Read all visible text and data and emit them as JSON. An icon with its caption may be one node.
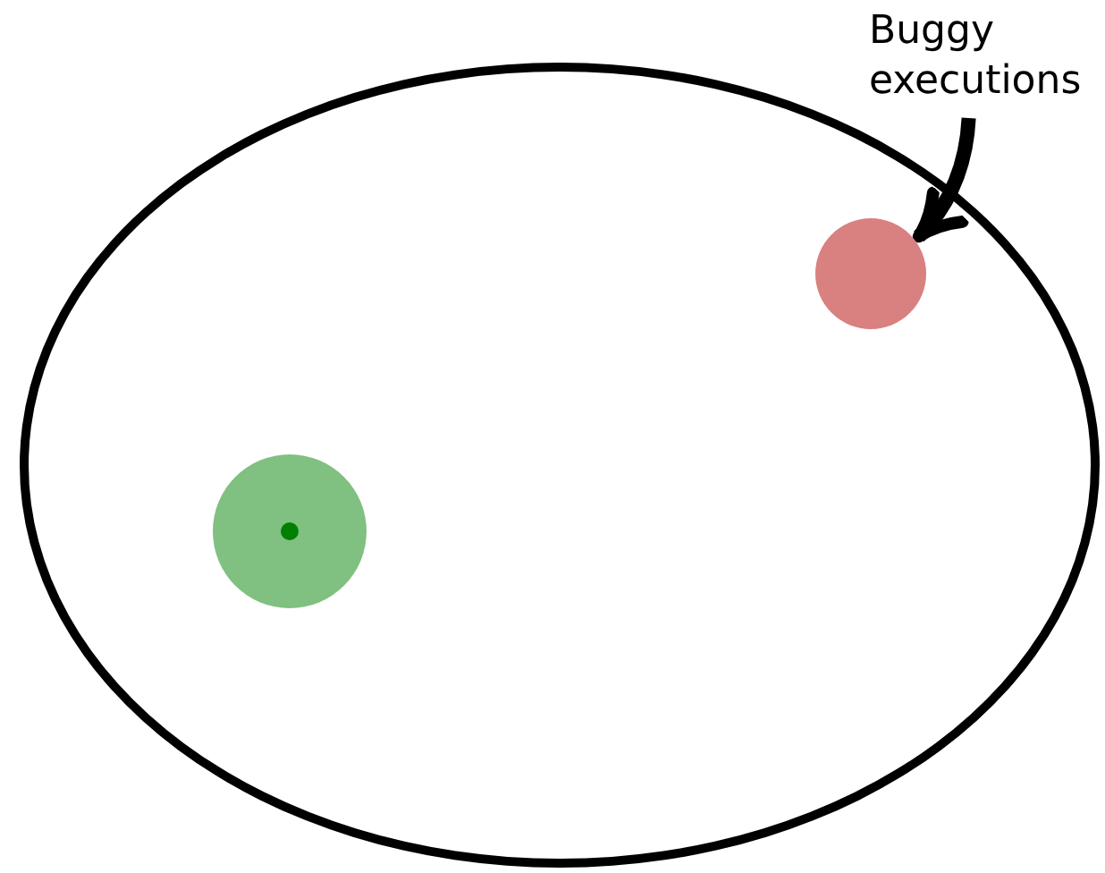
{
  "diagram": {
    "nodes": [
      {
        "text": [],
        "shape": "ellipse"
      },
      {
        "text": [],
        "shape": "circle",
        "in": 0
      },
      {
        "text": [],
        "shape": "circle",
        "in": 1
      },
      {
        "text": [],
        "shape": "circle",
        "in": 0
      },
      {
        "text": [
          "Buggy executions"
        ]
      }
    ],
    "edges": [
      {
        "from": 4,
        "to": 3,
        "arrow": "to"
      }
    ]
  }
}
